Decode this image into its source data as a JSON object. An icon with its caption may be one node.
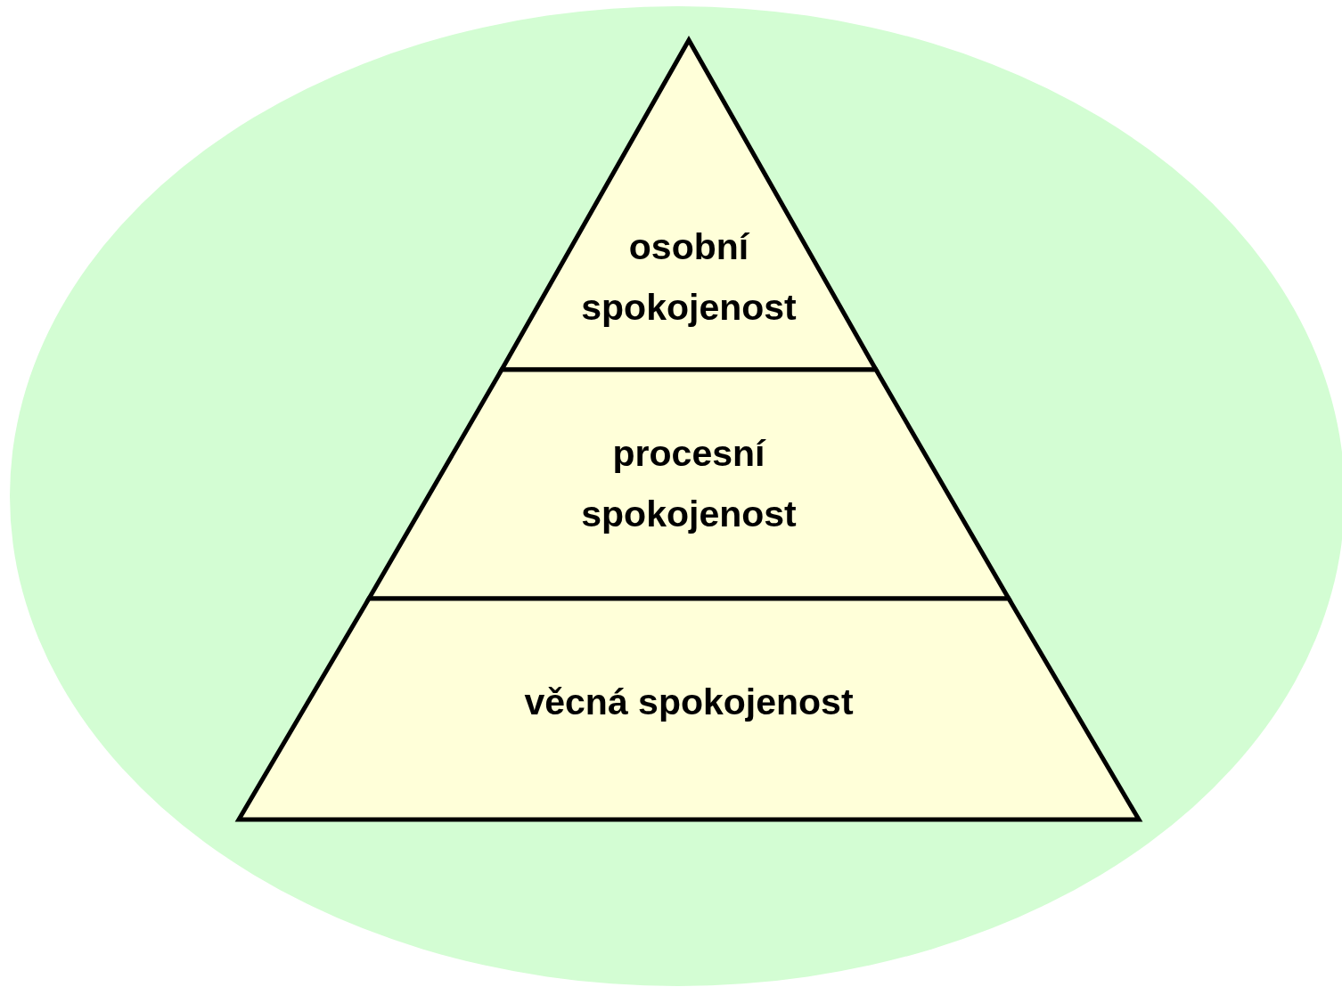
{
  "diagram": {
    "nodes": [
      {
        "text": [
          "osobní spokojenost"
        ]
      },
      {
        "text": [
          "procesní spokojenost"
        ]
      },
      {
        "text": [
          "věcná spokojenost"
        ]
      }
    ],
    "edges": []
  }
}
